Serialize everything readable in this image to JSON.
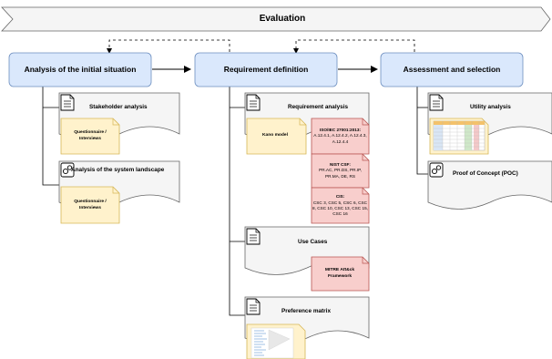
{
  "banner": {
    "title": "Evaluation"
  },
  "phases": {
    "analysis": "Analysis of the initial situation",
    "requirement": "Requirement definition",
    "assessment": "Assessment and selection"
  },
  "documents": {
    "stakeholder": "Stakeholder analysis",
    "system_landscape": "Analysis of the system landscape",
    "requirement_analysis": "Requirement analysis",
    "use_cases": "Use Cases",
    "preference_matrix": "Preference matrix",
    "utility_analysis": "Utility analysis",
    "poc": "Proof of Concept (POC)"
  },
  "notes": {
    "questionnaire_1": "Questionnaire / Interviews",
    "questionnaire_2": "Questionnaire / Interviews",
    "kano": "Kano model",
    "iso_title": "ISO/IEC 27001:2013:",
    "iso_body": "A.12.4.1, A.12.4.2, A.12.4.3, A.12.4.4",
    "nist_title": "NIST CSF:",
    "nist_body": "PR.AC, PR.DS, PR.IP, PR.MA, DE, RS",
    "cis_title": "CIS:",
    "cis_body": "CSC 3, CSC 5, CSC 6, CSC 8, CSC 10, CSC 13, CSC 15, CSC 16",
    "mitre": "MITRE Att&ck Framework"
  },
  "colors": {
    "phase_fill": "#dae8fc",
    "phase_stroke": "#6c8ebf",
    "note_yellow": "#fff2cc",
    "note_yellow_stroke": "#d6b656",
    "note_red": "#f8cecc",
    "note_red_stroke": "#b85450",
    "doc_fill": "#f5f5f5",
    "doc_stroke": "#666666"
  },
  "icons": [
    "document-icon",
    "gears-icon"
  ]
}
